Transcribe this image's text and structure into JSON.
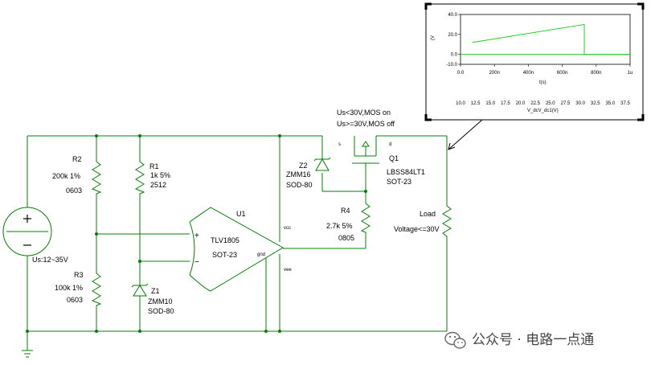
{
  "schematic": {
    "source": {
      "label": "Us:12~35V"
    },
    "r2": {
      "name": "R2",
      "value": "200k 1%",
      "package": "0603"
    },
    "r3": {
      "name": "R3",
      "value": "100k 1%",
      "package": "0603"
    },
    "r1": {
      "name": "R1",
      "value": "1k 5%",
      "package": "2512"
    },
    "z1": {
      "name": "Z1",
      "part": "ZMM10",
      "package": "SOD-80"
    },
    "u1": {
      "name": "U1",
      "part": "TLV1805",
      "package": "SOT-23",
      "plus": "+",
      "minus": "−",
      "vcc": "vcc",
      "gnd": "gnd",
      "vee": "vee"
    },
    "z2": {
      "name": "Z2",
      "part": "ZMM16",
      "package": "SOD-80"
    },
    "r4": {
      "name": "R4",
      "value": "2.7k 5%",
      "package": "0805"
    },
    "q1": {
      "name": "Q1",
      "part": "LBSS84LT1",
      "package": "SOT-23",
      "source_pin": "s",
      "drain_pin": "d"
    },
    "load": {
      "name": "Load",
      "note": "Voltage<=30V"
    },
    "annotation": {
      "line1": "Us<30V,MOS on",
      "line2": "Us>=30V,MOS off"
    }
  },
  "chart_data": {
    "type": "line",
    "y_axis_label": "(V",
    "x_axis_label": "t(s)",
    "secondary_x_label": "V_dcV_dc1(V)",
    "ylim": [
      -10,
      40
    ],
    "xlim": [
      0,
      1000
    ],
    "y_ticks": [
      "40.0",
      "20.0",
      "0.0",
      "-10.0"
    ],
    "x_ticks": [
      "0.0",
      "200n",
      "400n",
      "600n",
      "800n",
      "1u"
    ],
    "secondary_ticks": [
      "10.0",
      "12.5",
      "15.0",
      "17.5",
      "20.0",
      "22.5",
      "25.0",
      "27.5",
      "30.0",
      "32.5",
      "35.0",
      "37.5"
    ],
    "series": [
      {
        "x": [
          70,
          730,
          730,
          1000
        ],
        "y": [
          12,
          30,
          0,
          0
        ]
      },
      {
        "x": [
          0,
          1000
        ],
        "y": [
          0,
          0
        ]
      }
    ],
    "line_color": "#22cc22"
  },
  "watermark": {
    "text": "公众号 · 电路一点通"
  }
}
